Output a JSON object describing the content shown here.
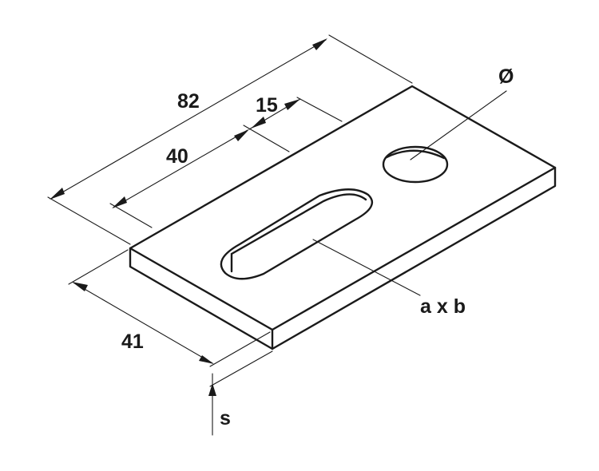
{
  "labels": {
    "length": "82",
    "slot_offset": "40",
    "slot_width": "15",
    "width": "41",
    "hole_diameter": "Ø",
    "slot_size": "a x b",
    "thickness": "s"
  }
}
